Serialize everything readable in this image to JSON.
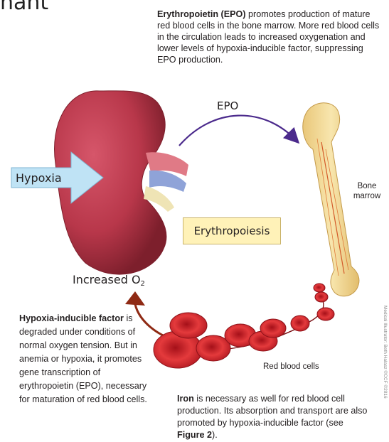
{
  "header": {
    "cutoff_title": "nant"
  },
  "epo_description": {
    "term": "Erythropoietin (EPO)",
    "text": " promotes production of mature red blood cells in the bone marrow. More red blood cells in the circulation leads to increased oxygenation and lower levels of hypoxia-inducible factor, suppressing EPO production."
  },
  "labels": {
    "epo": "EPO",
    "bone_marrow": "Bone marrow",
    "hypoxia": "Hypoxia",
    "erythropoiesis": "Erythropoiesis",
    "increased_o2": "Increased O",
    "o2_subscript": "2",
    "red_blood_cells": "Red blood cells"
  },
  "hif_description": {
    "term": "Hypoxia-inducible factor",
    "text": " is degraded under conditions of normal oxygen tension. But in anemia or hypoxia, it promotes gene transcription of erythropoietin (EPO), necessary for maturation of red blood cells."
  },
  "iron_description": {
    "term": "Iron",
    "text_before": " is necessary as well for red blood cell production. Its absorption and transport are also promoted by hypoxia-inducible factor (see ",
    "figure_ref": "Figure 2",
    "text_after": ")."
  },
  "credit": "Medical Illustrator: Beth Halasz ©CCF ©2016",
  "colors": {
    "kidney": "#b8374a",
    "kidney_dark": "#7d1f2c",
    "hypoxia_arrow": "#bfe3f5",
    "epo_arrow": "#4b2a8c",
    "o2_arrow": "#8f2a14",
    "bone": "#f3dc9a",
    "rbc": "#d8252d",
    "erythropoiesis_box": "#fff2b8"
  }
}
